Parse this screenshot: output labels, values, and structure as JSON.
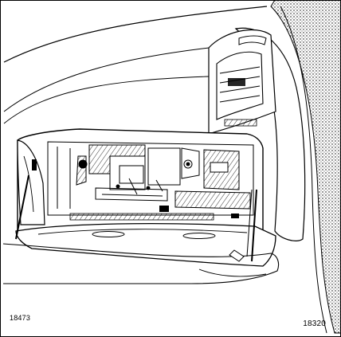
{
  "figure": {
    "left_reference_code": "18473",
    "right_reference_code": "18320"
  },
  "colors": {
    "line": "#000000",
    "paper": "#ffffff",
    "stipple": "#000000"
  },
  "icons": {
    "air_vent": "air-vent-icon",
    "glovebox": "glovebox-illustration"
  }
}
